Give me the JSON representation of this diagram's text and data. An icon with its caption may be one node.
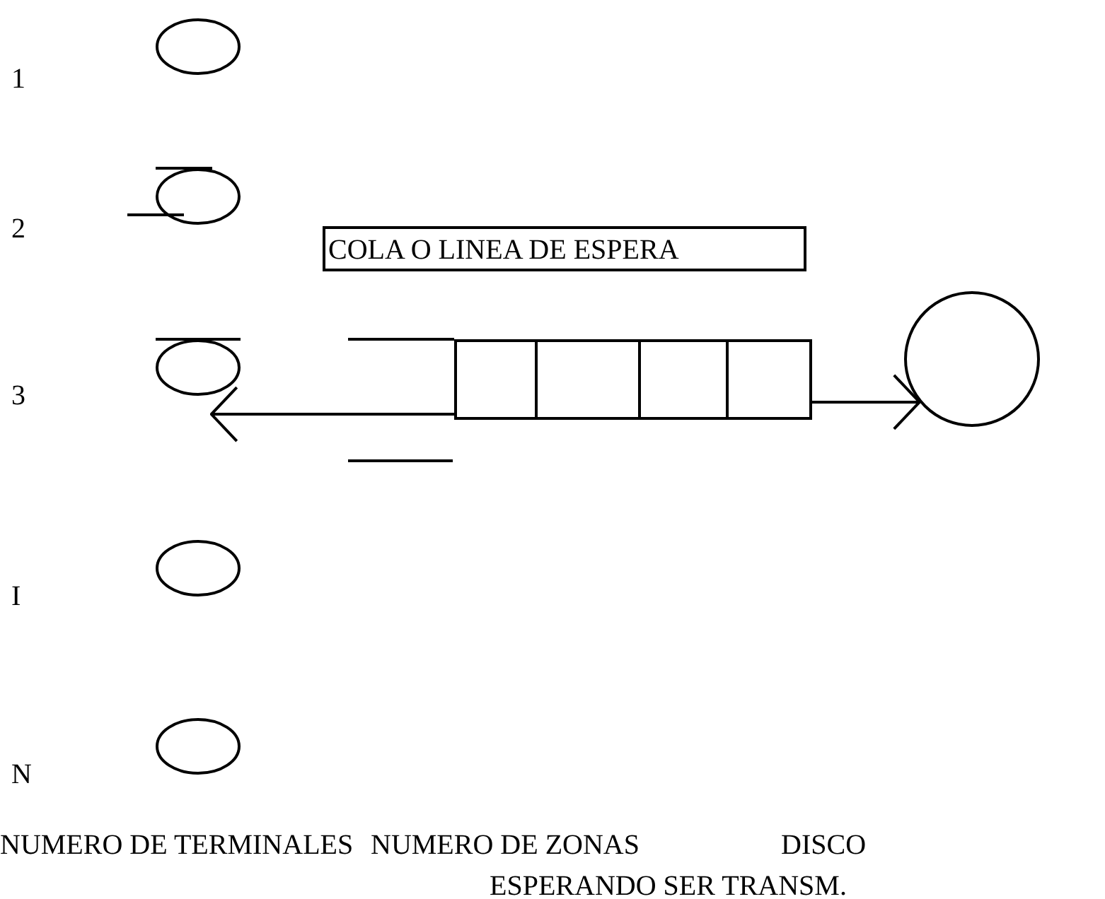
{
  "diagram": {
    "nodes": [
      {
        "text": [],
        "shape": "ellipse"
      },
      {
        "text": [],
        "shape": "ellipse"
      },
      {
        "text": [],
        "shape": "ellipse"
      },
      {
        "text": [],
        "shape": "ellipse"
      },
      {
        "text": [],
        "shape": "ellipse"
      },
      {
        "text": [
          "COLA O LINEA DE ESPERA"
        ]
      },
      {
        "text": [],
        "shape": "bar"
      },
      {
        "text": [],
        "shape": "circle"
      }
    ],
    "edges": [
      {
        "from": 6,
        "to": 2,
        "arrow": "to"
      },
      {
        "from": 6,
        "to": 7,
        "arrow": "to"
      }
    ],
    "labels": [
      "1",
      "2",
      "3",
      "I",
      "N",
      "NUMERO DE TERMINALES",
      "NUMERO DE ZONAS",
      "DISCO",
      "ESPERANDO SER TRANSM."
    ]
  }
}
